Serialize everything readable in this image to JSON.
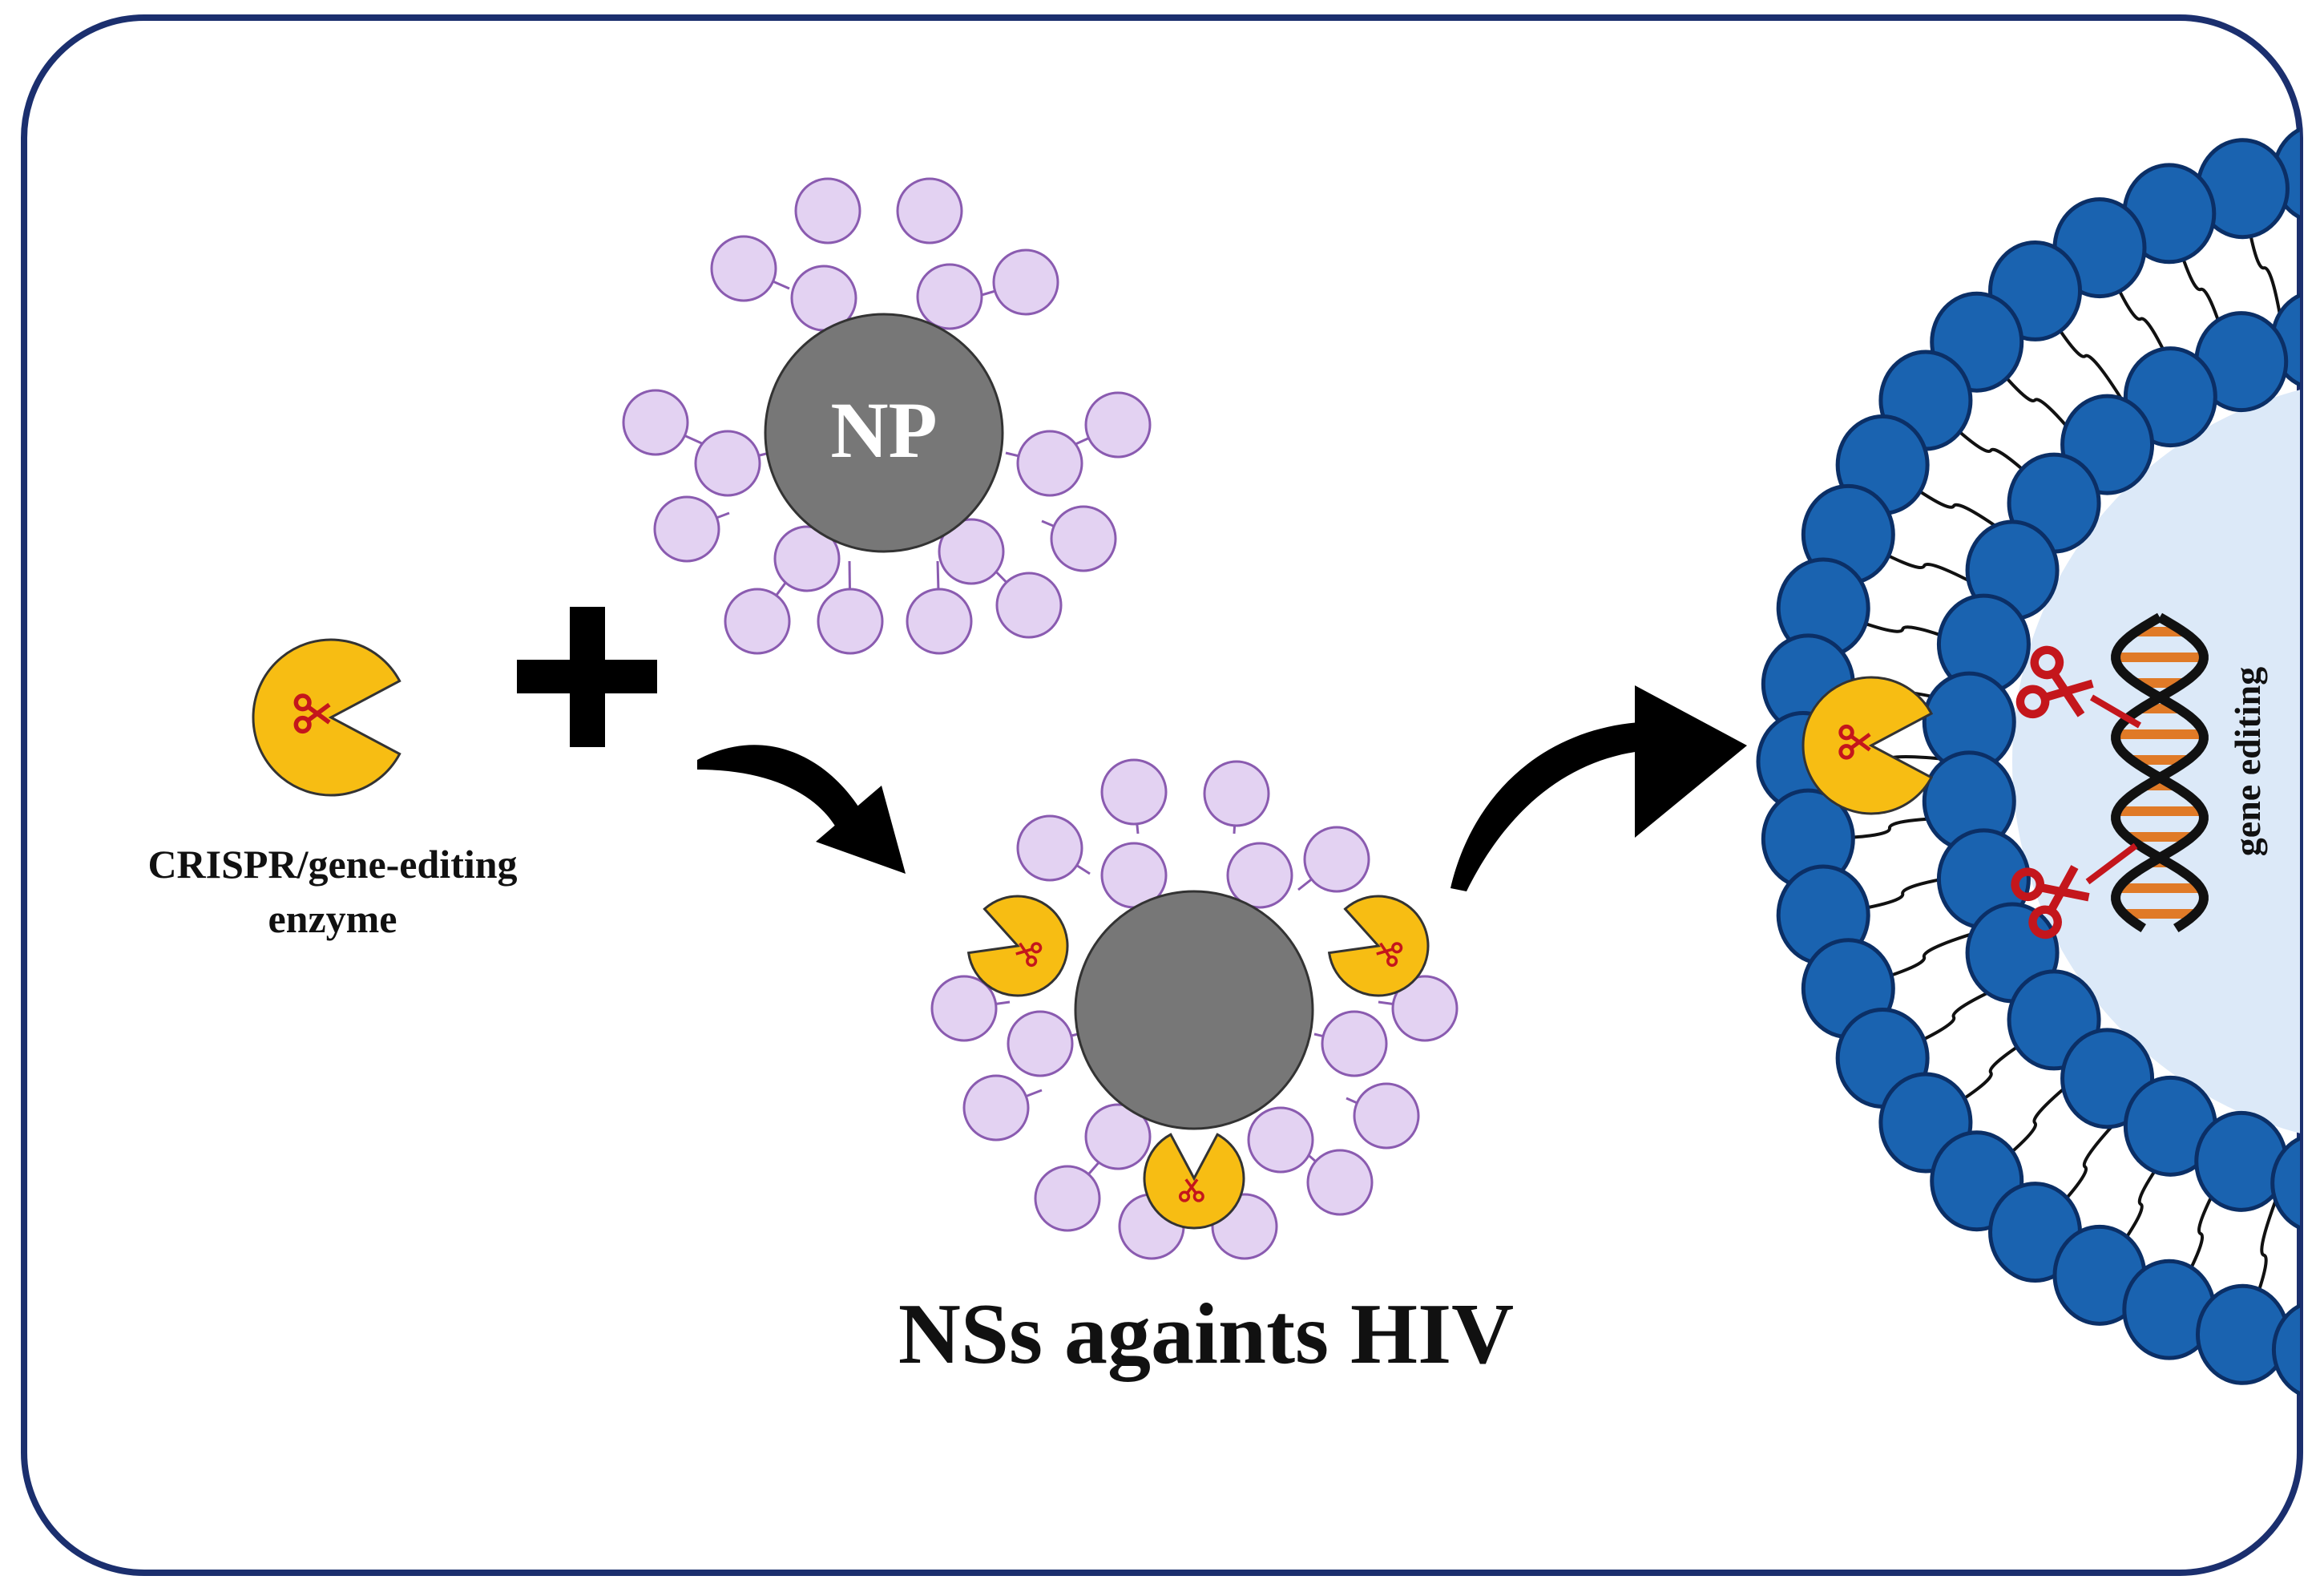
{
  "labels": {
    "np": "NP",
    "enzyme_line1": "CRISPR/gene-editing",
    "enzyme_line2": "enzyme",
    "caption": "NSs againts HIV",
    "gene_editing": "gene editing"
  },
  "colors": {
    "frame": "#1b2f6e",
    "ligand_fill": "#e3d2f2",
    "ligand_stroke": "#8a5bb0",
    "nanoparticle": "#777777",
    "enzyme": "#f7bd13",
    "scissors": "#c4161c",
    "membrane_head": "#1a63b0",
    "membrane_head_edge": "#0b2f66",
    "cell_interior": "#dce9f8",
    "dna_backbone": "#111111",
    "dna_base": "#e07a27",
    "arrow": "#000000"
  },
  "icons": [
    "plus-icon",
    "curved-arrow-icon",
    "scissors-icon",
    "dna-helix-icon",
    "enzyme-icon"
  ]
}
